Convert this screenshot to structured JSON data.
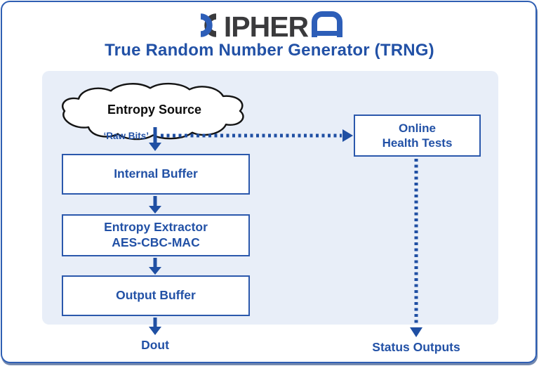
{
  "brand": {
    "name": "XIPHERA",
    "wordmark_mid": "IPHER",
    "wordmark_last": "A"
  },
  "title": "True Random Number Generator (TRNG)",
  "diagram": {
    "entropy_source_label": "Entropy Source",
    "raw_bits_label": "‘Raw Bits’",
    "internal_buffer_label": "Internal Buffer",
    "entropy_extractor_line1": "Entropy Extractor",
    "entropy_extractor_line2": "AES-CBC-MAC",
    "output_buffer_label": "Output Buffer",
    "online_health_tests_line1": "Online",
    "online_health_tests_line2": "Health Tests",
    "dout_label": "Dout",
    "status_outputs_label": "Status Outputs"
  },
  "colors": {
    "accent_blue": "#2251a6",
    "connector_blue": "#1f4fa3",
    "box_border_blue": "#2b58ac",
    "logo_blue": "#2d5eb8",
    "logo_dark": "#3a3a3c",
    "panel_background": "#e8eef8",
    "frame_border": "#2f5fb3",
    "cloud_outline": "#141414",
    "box_background": "#ffffff"
  }
}
